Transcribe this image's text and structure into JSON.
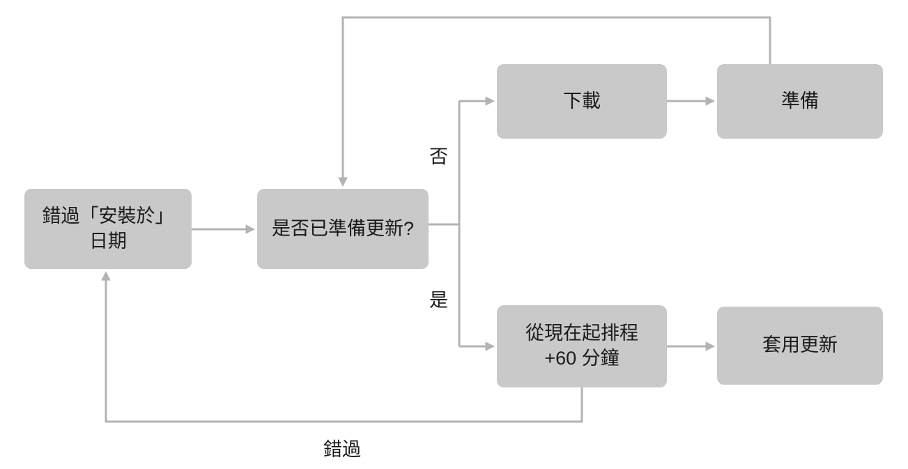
{
  "diagram": {
    "type": "flowchart",
    "colors": {
      "background": "#ffffff",
      "node_fill": "#c9c9c9",
      "arrow": "#b3b3b3",
      "text": "#1a1a1a"
    },
    "nodes": {
      "missed_install_date": {
        "label": "錯過「安裝於」\n日期"
      },
      "update_ready": {
        "label": "是否已準備更新?"
      },
      "download": {
        "label": "下載"
      },
      "prepare": {
        "label": "準備"
      },
      "schedule_60": {
        "label": "從現在起排程\n+60 分鐘"
      },
      "apply_update": {
        "label": "套用更新"
      }
    },
    "edge_labels": {
      "no": "否",
      "yes": "是",
      "missed": "錯過"
    }
  }
}
